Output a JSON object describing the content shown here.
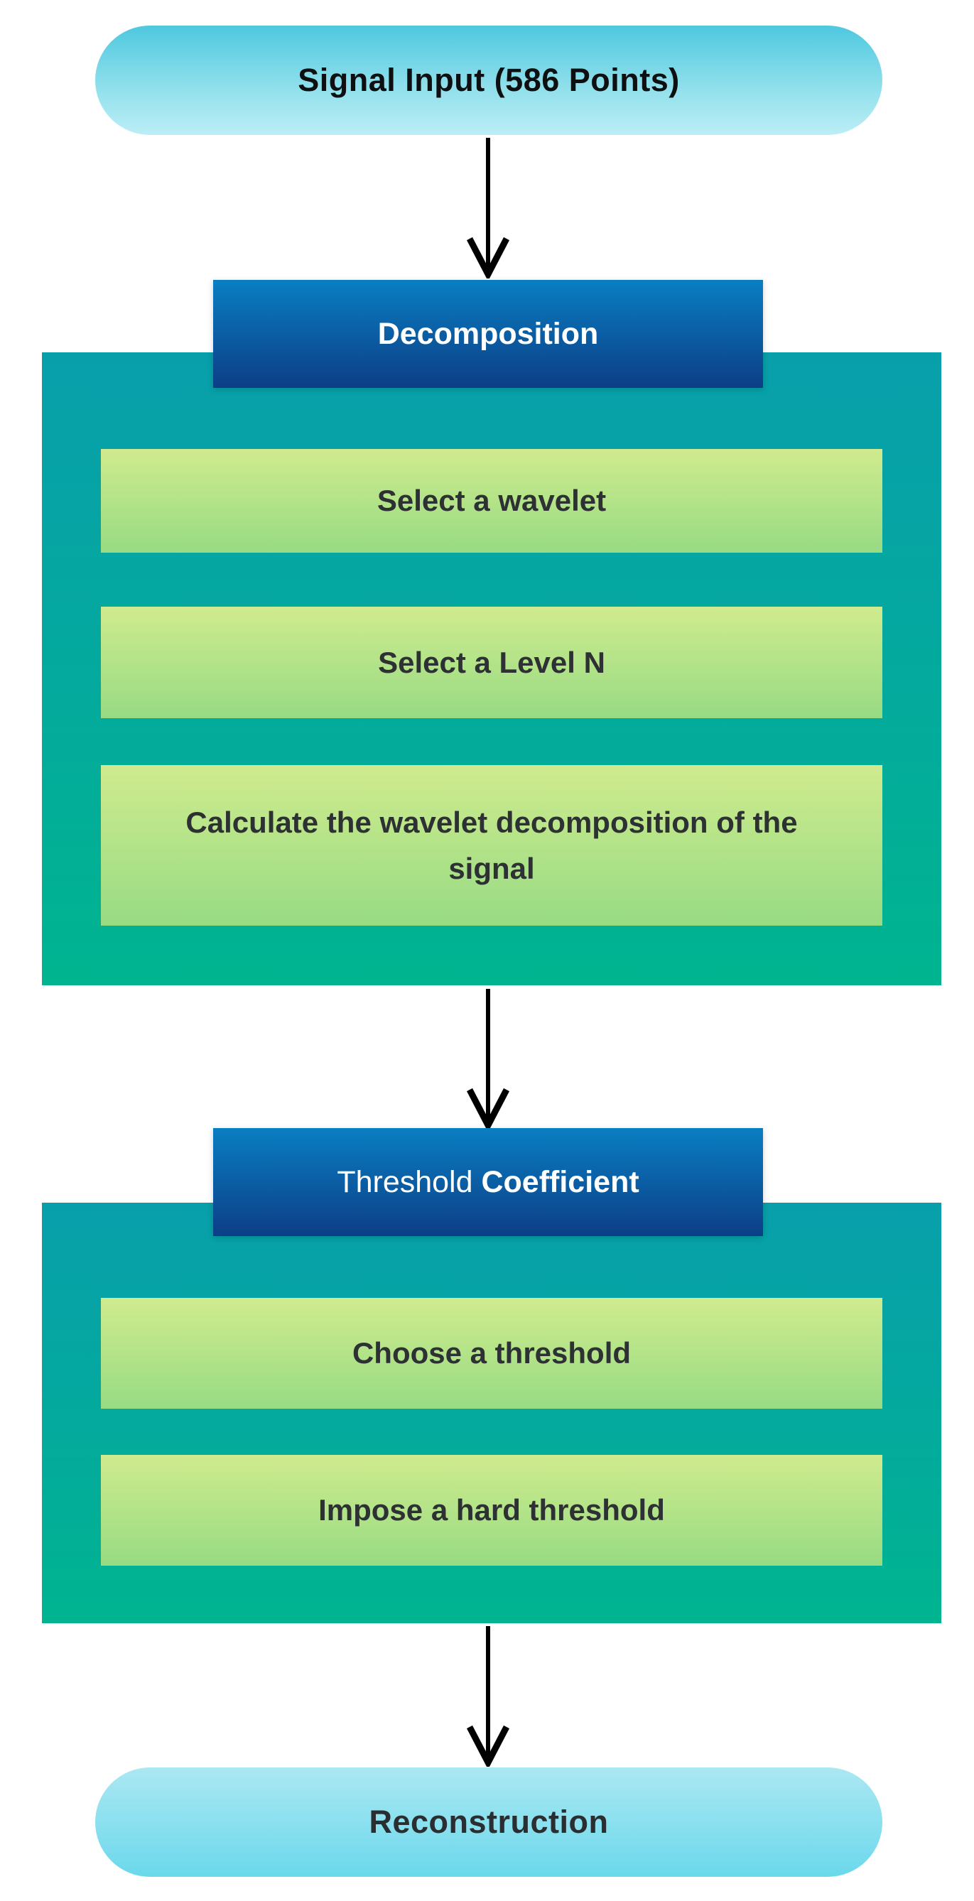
{
  "diagram": {
    "start_label": "Signal Input (586 Points)",
    "sections": [
      {
        "label_regular": "",
        "label_bold": "Decomposition",
        "steps": [
          {
            "label": "Select a wavelet"
          },
          {
            "label": "Select a Level N"
          },
          {
            "label": "Calculate the wavelet decomposition of the signal"
          }
        ]
      },
      {
        "label_regular": "Threshold ",
        "label_bold": "Coefficient",
        "steps": [
          {
            "label": "Choose a threshold"
          },
          {
            "label": "Impose a hard threshold"
          }
        ]
      }
    ],
    "end_label": "Reconstruction"
  },
  "icons": {
    "flow_arrow": "arrow-down"
  },
  "colors": {
    "pill_top_grad_start": "#4ec8df",
    "pill_top_grad_end": "#bceef6",
    "pill_bottom_grad_start": "#abe8f2",
    "pill_bottom_grad_end": "#6bd8ec",
    "header_grad_start": "#0a7ec2",
    "header_grad_end": "#0c3e86",
    "container_grad_start": "#089fab",
    "container_grad_end": "#00b490",
    "step_grad_start": "#d0eb8e",
    "step_grad_end": "#97db83",
    "step_text": "#2e3133",
    "node_text": "#0e0f10",
    "header_text": "#ffffff",
    "arrow_color": "#000000",
    "page_bg": "#ffffff"
  }
}
